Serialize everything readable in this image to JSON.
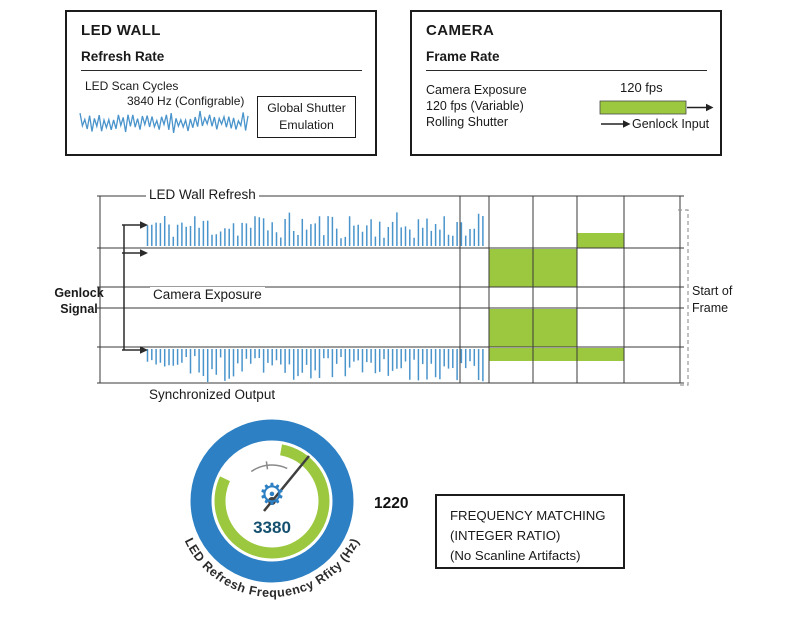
{
  "led_wall_panel": {
    "title": "LED WALL",
    "section": "Refresh Rate",
    "scan_cycles": "LED Scan Cycles",
    "frequency": "3840 Hz (Configrable)",
    "shutter_line1": "Global Shutter",
    "shutter_line2": "Emulation"
  },
  "camera_panel": {
    "title": "CAMERA",
    "section": "Frame Rate",
    "line1": "Camera Exposure",
    "line2": "120 fps (Variable)",
    "line3": "Rolling Shutter",
    "fps": "120 fps",
    "genlock_input": "Genlock Input"
  },
  "timing": {
    "led_wall_refresh": "LED Wall Refresh",
    "camera_exposure": "Camera Exposure",
    "synchronized_output": "Synchronized Output",
    "genlock_line1": "Genlock",
    "genlock_line2": "Signal",
    "start_line1": "Start of",
    "start_line2": "Frame"
  },
  "gauge": {
    "value": "3380",
    "secondary": "1220",
    "curved_label": "LED Refresh Frequency Rfity (Hz)",
    "gear_icon": "⚙"
  },
  "note_box": {
    "line1": "FREQUENCY MATCHING",
    "line2": "(INTEGER RATIO)",
    "line3": "(No Scanline Artifacts)"
  },
  "colors": {
    "signal_blue": "#4a94cc",
    "ring_blue": "#2d80c3",
    "green": "#9cc83f",
    "grid": "#3a3a3a",
    "value_blue": "#14506f"
  }
}
